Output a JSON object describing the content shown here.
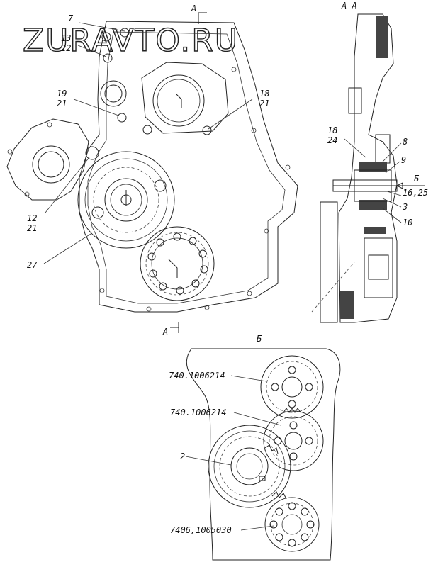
{
  "watermark": "ZURAVTO.RU",
  "section_label": "А-А",
  "view_label": "Б",
  "section_marks": {
    "top": "А",
    "bottom": "А"
  },
  "arrow_label": "Б",
  "front_callouts": [
    {
      "id": "c7",
      "top": "7",
      "bottom": ""
    },
    {
      "id": "c13",
      "top": "13",
      "bottom": "22"
    },
    {
      "id": "c19",
      "top": "19",
      "bottom": "21"
    },
    {
      "id": "c18",
      "top": "18",
      "bottom": "21"
    },
    {
      "id": "c12",
      "top": "12",
      "bottom": "21"
    },
    {
      "id": "c27",
      "top": "27",
      "bottom": ""
    }
  ],
  "section_callouts": [
    {
      "id": "s18",
      "top": "18",
      "bottom": "24"
    },
    {
      "id": "s8",
      "top": "8",
      "bottom": ""
    },
    {
      "id": "s9",
      "top": "9",
      "bottom": ""
    },
    {
      "id": "s16",
      "top": "16,25",
      "bottom": ""
    },
    {
      "id": "s3",
      "top": "3",
      "bottom": ""
    },
    {
      "id": "s10",
      "top": "10",
      "bottom": ""
    }
  ],
  "view_callouts": [
    {
      "id": "v1",
      "text": "740.1006214"
    },
    {
      "id": "v2",
      "text": "740.1006214"
    },
    {
      "id": "v3",
      "text": "2"
    },
    {
      "id": "v4",
      "text": "7406,1005030"
    }
  ]
}
